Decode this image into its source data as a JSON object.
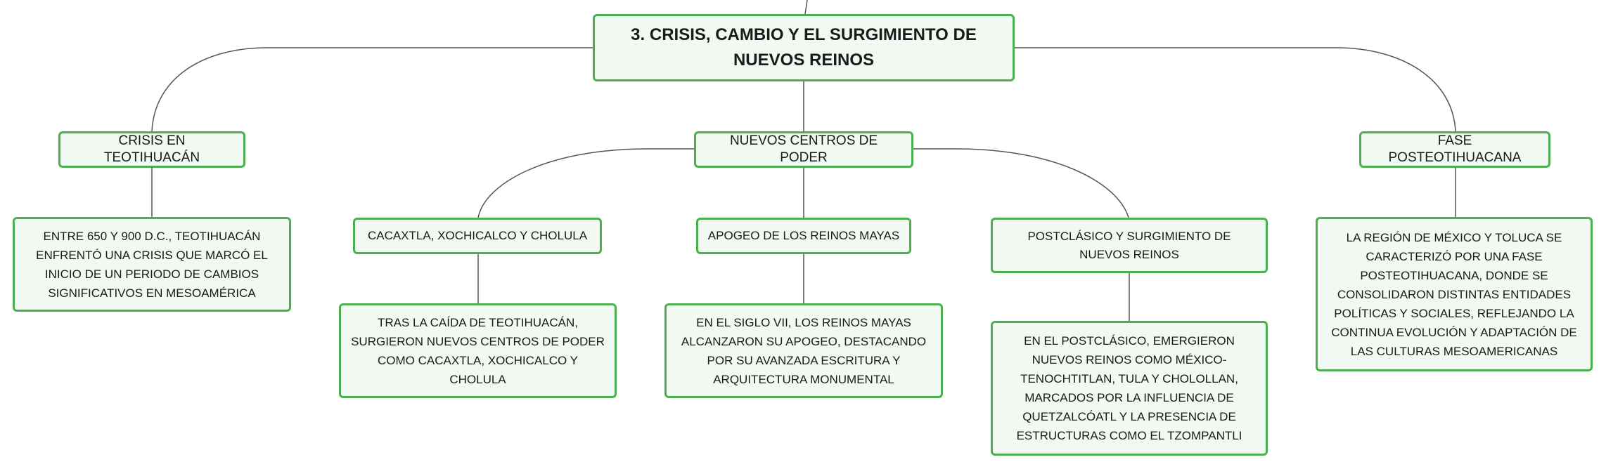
{
  "root": {
    "label": "3. CRISIS, CAMBIO Y EL SURGIMIENTO DE NUEVOS REINOS"
  },
  "branches": {
    "crisis": {
      "label": "CRISIS EN TEOTIHUACÁN",
      "detail": "ENTRE 650 Y 900 D.C., TEOTIHUACÁN ENFRENTÓ UNA CRISIS QUE MARCÓ EL INICIO DE UN PERIODO DE CAMBIOS SIGNIFICATIVOS EN MESOAMÉRICA"
    },
    "nuevos_centros": {
      "label": "NUEVOS CENTROS DE PODER",
      "children": [
        {
          "label": "CACAXTLA, XOCHICALCO Y CHOLULA",
          "detail": "TRAS LA CAÍDA DE TEOTIHUACÁN, SURGIERON NUEVOS CENTROS DE PODER COMO CACAXTLA, XOCHICALCO Y CHOLULA"
        },
        {
          "label": "APOGEO DE LOS REINOS MAYAS",
          "detail": "EN EL SIGLO VII, LOS REINOS MAYAS ALCANZARON SU APOGEO, DESTACANDO POR SU AVANZADA ESCRITURA Y ARQUITECTURA MONUMENTAL"
        },
        {
          "label": "POSTCLÁSICO Y SURGIMIENTO DE NUEVOS REINOS",
          "detail": "EN EL POSTCLÁSICO, EMERGIERON NUEVOS REINOS COMO MÉXICO-TENOCHTITLAN, TULA Y CHOLOLLAN, MARCADOS POR LA INFLUENCIA DE QUETZALCÓATL Y LA PRESENCIA DE ESTRUCTURAS COMO EL TZOMPANTLI"
        }
      ]
    },
    "fase": {
      "label": "FASE POSTEOTIHUACANA",
      "detail": "LA REGIÓN DE MÉXICO Y TOLUCA SE CARACTERIZÓ POR UNA FASE POSTEOTIHUACANA, DONDE SE CONSOLIDARON DISTINTAS ENTIDADES POLÍTICAS Y SOCIALES, REFLEJANDO LA CONTINUA EVOLUCIÓN Y ADAPTACIÓN DE LAS CULTURAS MESOAMERICANAS"
    }
  },
  "colors": {
    "node_border": "#4caf50",
    "node_fill": "#f2f8f2",
    "connector": "#555555"
  }
}
